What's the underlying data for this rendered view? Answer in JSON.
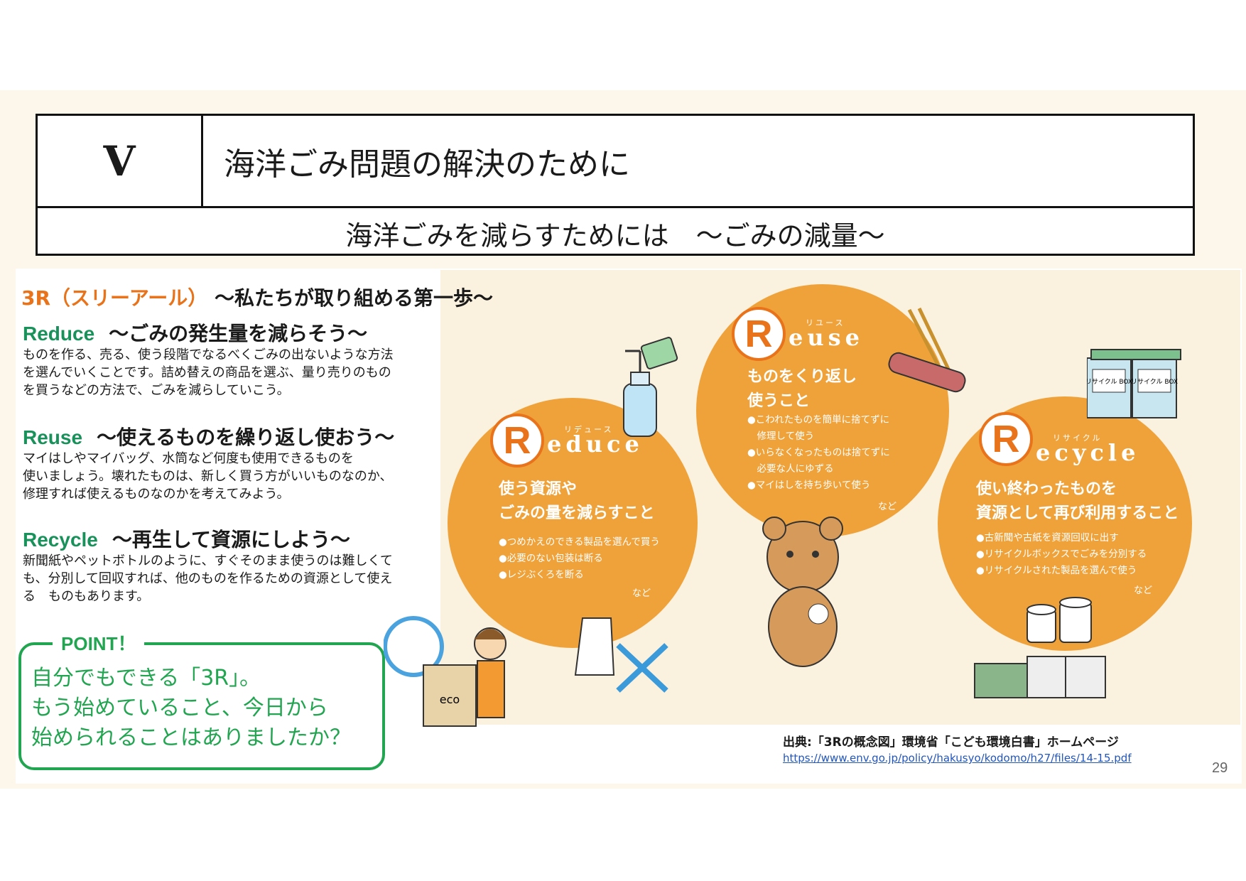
{
  "title": {
    "number": "V",
    "main": "海洋ごみ問題の解決のために",
    "sub": "海洋ごみを減らすためには　～ごみの減量～"
  },
  "heading": {
    "accent": "3R（スリーアール）",
    "rest": "～私たちが取り組める第一歩～"
  },
  "sections": [
    {
      "en": "Reduce",
      "jp": "～ごみの発生量を減らそう～",
      "lines": [
        "ものを作る、売る、使う段階でなるべくごみの出ないような方法",
        "を選んでいくことです。詰め替えの商品を選ぶ、量り売りのもの",
        "を買うなどの方法で、ごみを減らしていこう。"
      ]
    },
    {
      "en": "Reuse",
      "jp": "～使えるものを繰り返し使おう～",
      "lines": [
        "マイはしやマイバッグ、水筒など何度も使用できるものを",
        "使いましょう。壊れたものは、新しく買う方がいいものなのか、",
        "修理すれば使えるものなのかを考えてみよう。"
      ]
    },
    {
      "en": "Recycle",
      "jp": "～再生して資源にしよう～",
      "lines": [
        "新聞紙やペットボトルのように、すぐそのまま使うのは難しくて",
        "も、分別して回収すれば、他のものを作るための資源として使え",
        "る　ものもあります。"
      ]
    }
  ],
  "point": {
    "label": "POINT！",
    "lines": [
      "自分でもできる「3R」。",
      "もう始めていること、今日から",
      "始められることはありましたか？"
    ]
  },
  "circles": {
    "reduce": {
      "letter": "R",
      "word": "educe",
      "kana": "リデュース",
      "head": [
        "使う資源や",
        "ごみの量を減らすこと"
      ],
      "items": [
        "●つめかえのできる製品を選んで買う",
        "●必要のない包装は断る",
        "●レジぶくろを断る"
      ],
      "nado": "など"
    },
    "reuse": {
      "letter": "R",
      "word": "euse",
      "kana": "リユース",
      "head": [
        "ものをくり返し",
        "使うこと"
      ],
      "items": [
        "●こわれたものを簡単に捨てずに",
        "　修理して使う",
        "●いらなくなったものは捨てずに",
        "　必要な人にゆずる",
        "●マイはしを持ち歩いて使う"
      ],
      "nado": "など"
    },
    "recycle": {
      "letter": "R",
      "word": "ecycle",
      "kana": "リサイクル",
      "head": [
        "使い終わったものを",
        "資源として再び利用すること"
      ],
      "items": [
        "●古新聞や古紙を資源回収に出す",
        "●リサイクルボックスでごみを分別する",
        "●リサイクルされた製品を選んで使う"
      ],
      "nado": "など"
    }
  },
  "illustrations": {
    "recycle_box_label": "リサイクル BOX",
    "eco_bag_label": "eco"
  },
  "source": {
    "text": "出典:「3Rの概念図」環境省「こども環境白書」ホームページ",
    "url": "https://www.env.go.jp/policy/hakusyo/kodomo/h27/files/14-15.pdf"
  },
  "page_number": "29",
  "colors": {
    "orange": "#f0a23a",
    "accent": "#e8731a",
    "green": "#22a550",
    "teal": "#19915a",
    "link": "#2255bb"
  }
}
